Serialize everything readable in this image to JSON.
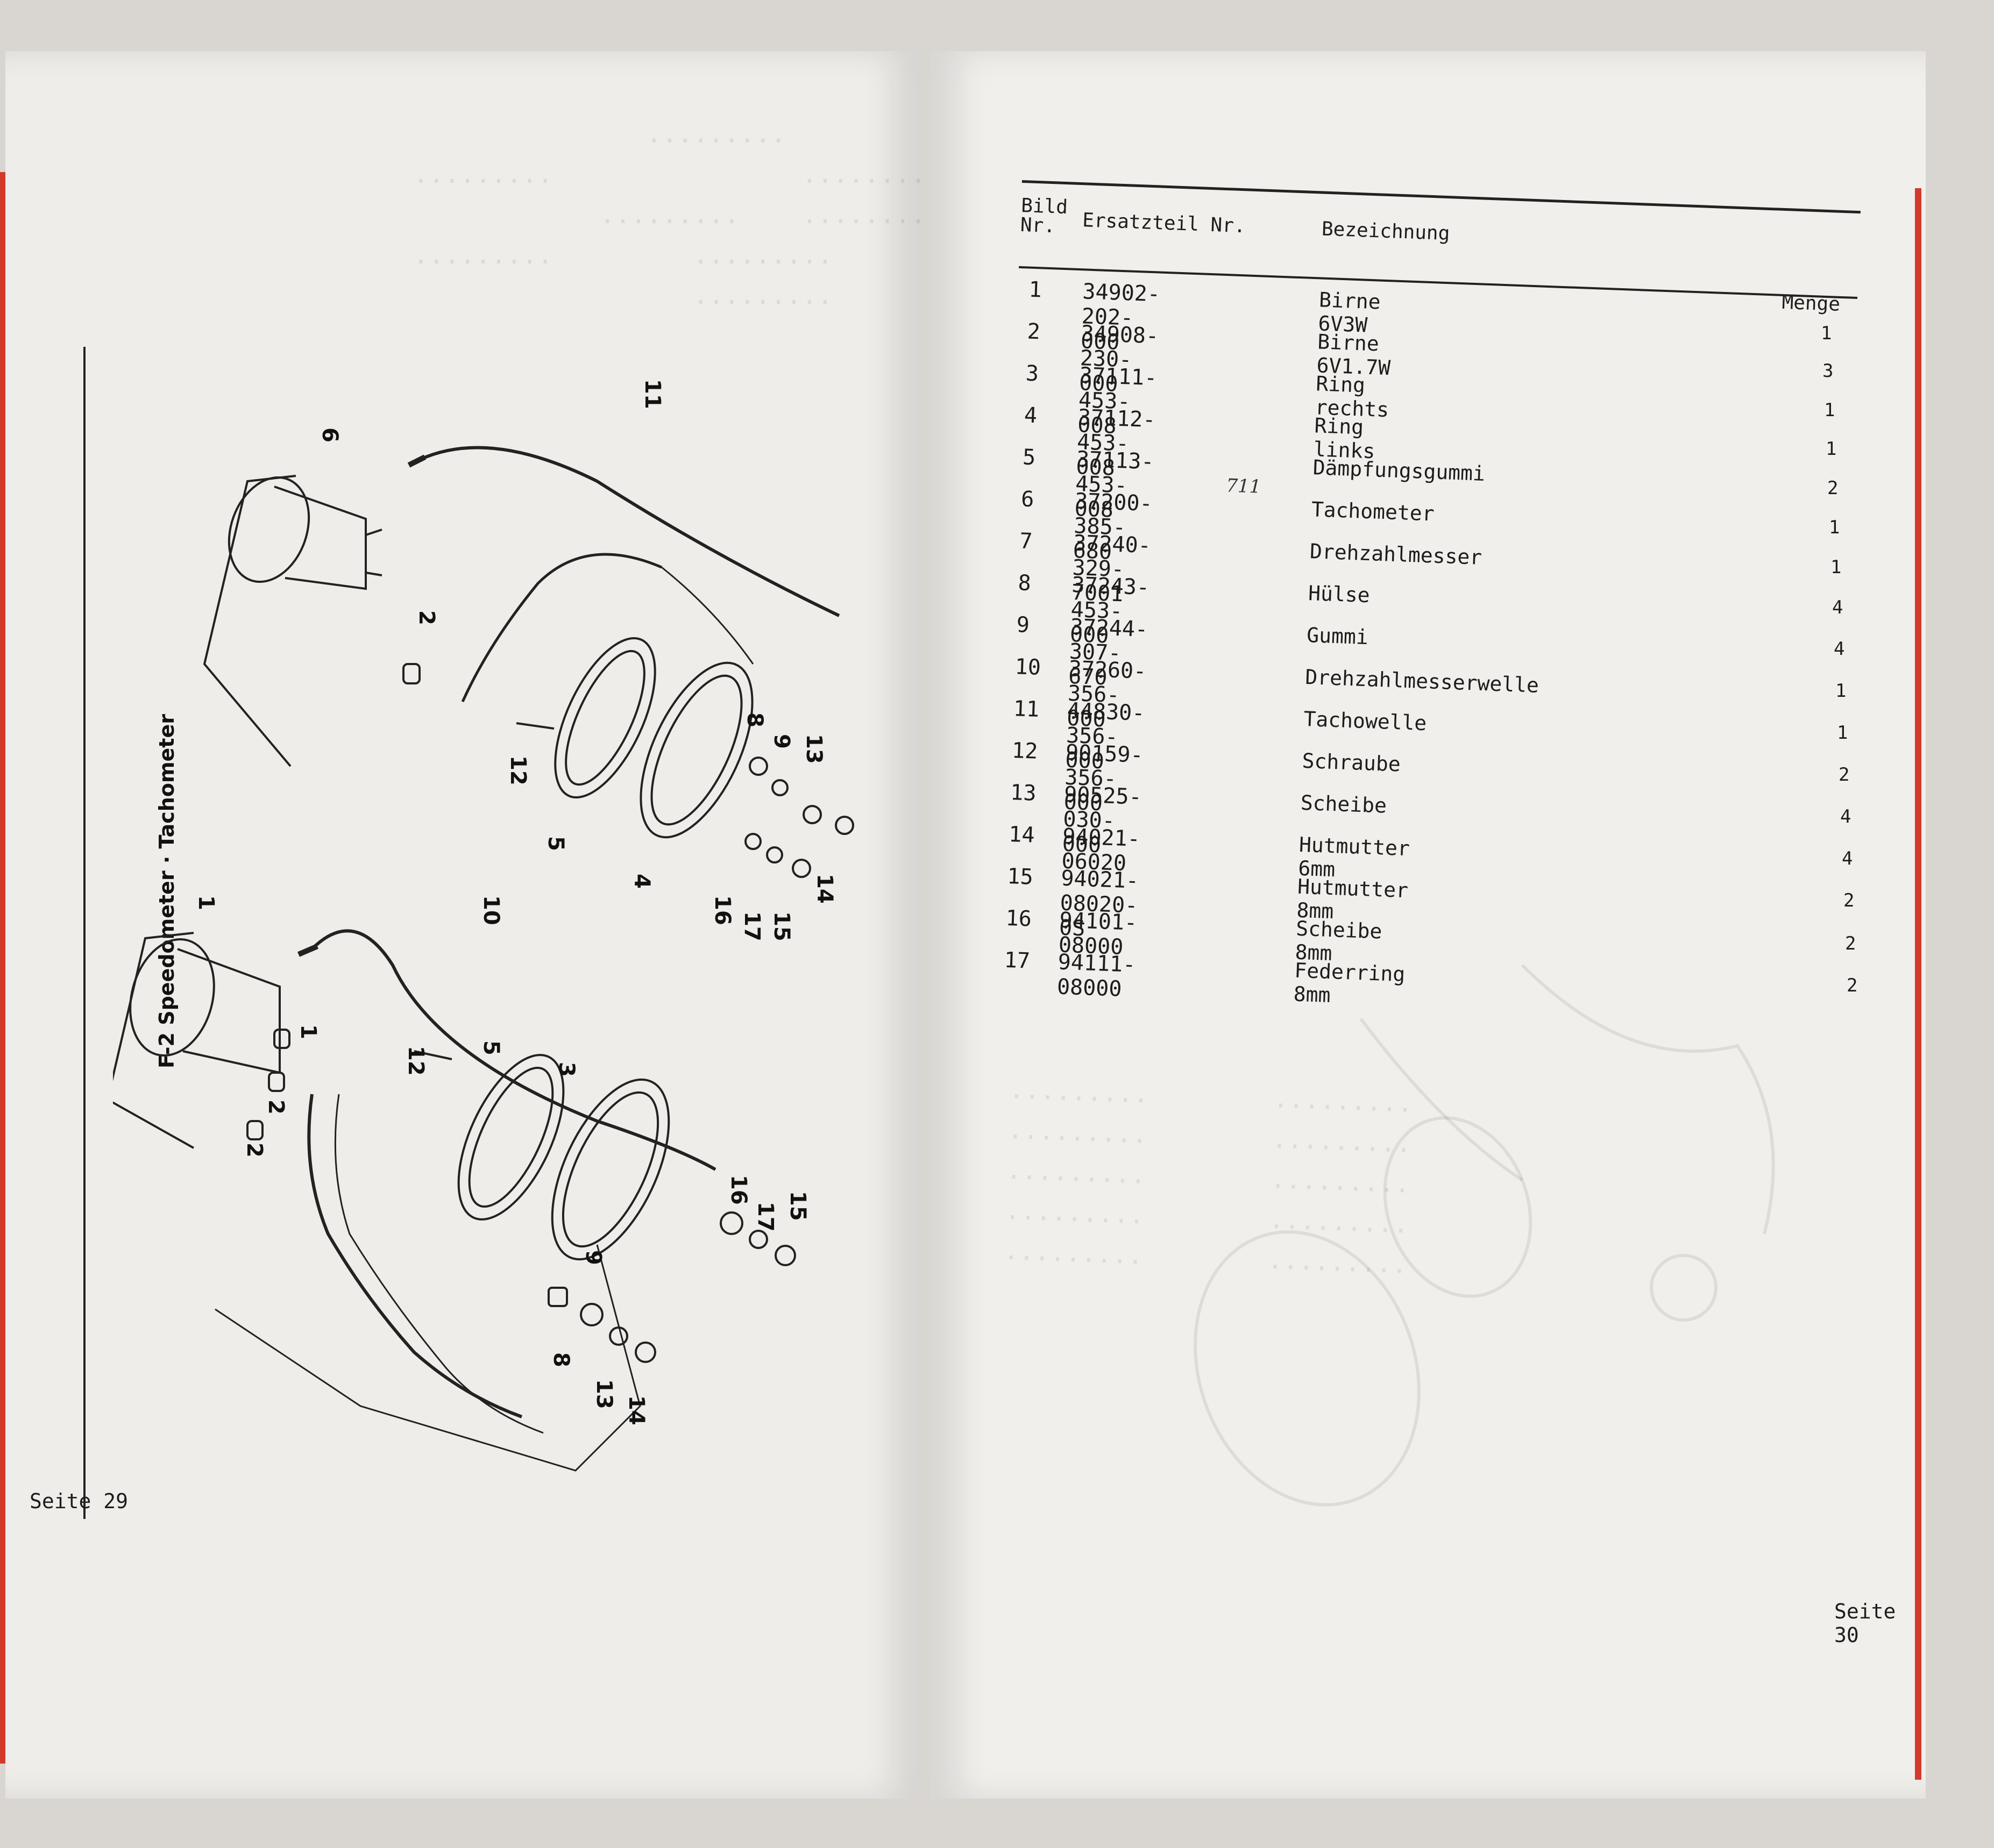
{
  "left_page": {
    "section_title": "F-2  Speedometer · Tachometer",
    "page_label": "Seite 29",
    "callouts": {
      "c6": "6",
      "c11": "11",
      "c2a": "2",
      "c12a": "12",
      "c5a": "5",
      "c8a": "8",
      "c9a": "9",
      "c13a": "13",
      "c4": "4",
      "c16a": "16",
      "c17a": "17",
      "c15a": "15",
      "c14a": "14",
      "c1a": "1",
      "c10": "10",
      "c1b": "1",
      "c2b": "2",
      "c2c": "2",
      "c12b": "12",
      "c5b": "5",
      "c3": "3",
      "c16b": "16",
      "c17b": "17",
      "c15b": "15",
      "c9b": "9",
      "c8b": "8",
      "c13b": "13",
      "c14b": "14"
    }
  },
  "right_page": {
    "headers": {
      "bild": "Bild Nr.",
      "ersatzteil": "Ersatzteil Nr.",
      "bezeichnung": "Bezeichnung",
      "menge": "Menge"
    },
    "rows": [
      {
        "nr": "1",
        "part": "34902-202-000",
        "desc": "Birne 6V3W"
      },
      {
        "nr": "2",
        "part": "34908-230-000",
        "desc": "Birne 6V1.7W"
      },
      {
        "nr": "3",
        "part": "37111-453-008",
        "desc": "Ring rechts"
      },
      {
        "nr": "4",
        "part": "37112-453-008",
        "desc": "Ring links"
      },
      {
        "nr": "5",
        "part": "37113-453-008",
        "desc": "Dämpfungsgummi"
      },
      {
        "nr": "6",
        "part": "37200-385-680",
        "desc": "Tachometer"
      },
      {
        "nr": "7",
        "part": "37240-329-7001",
        "desc": "Drehzahlmesser"
      },
      {
        "nr": "8",
        "part": "37243-453-000",
        "desc": "Hülse"
      },
      {
        "nr": "9",
        "part": "37244-307-670",
        "desc": "Gummi"
      },
      {
        "nr": "10",
        "part": "37260-356-000",
        "desc": "Drehzahlmesserwelle"
      },
      {
        "nr": "11",
        "part": "44830-356-000",
        "desc": "Tachowelle"
      },
      {
        "nr": "12",
        "part": "90159-356-000",
        "desc": "Schraube"
      },
      {
        "nr": "13",
        "part": "90525-030-000",
        "desc": "Scheibe"
      },
      {
        "nr": "14",
        "part": "94021-06020",
        "desc": "Hutmutter 6mm"
      },
      {
        "nr": "15",
        "part": "94021-08020-0S",
        "desc": "Hutmutter 8mm"
      },
      {
        "nr": "16",
        "part": "94101-08000",
        "desc": "Scheibe 8mm"
      },
      {
        "nr": "17",
        "part": "94111-08000",
        "desc": "Federring 8mm"
      }
    ],
    "quantities": [
      "1",
      "3",
      "1",
      "1",
      "2",
      "1",
      "1",
      "4",
      "4",
      "1",
      "1",
      "2",
      "4",
      "4",
      "2",
      "2",
      "2"
    ],
    "handwritten_correction": "711",
    "page_label": "Seite 30"
  }
}
